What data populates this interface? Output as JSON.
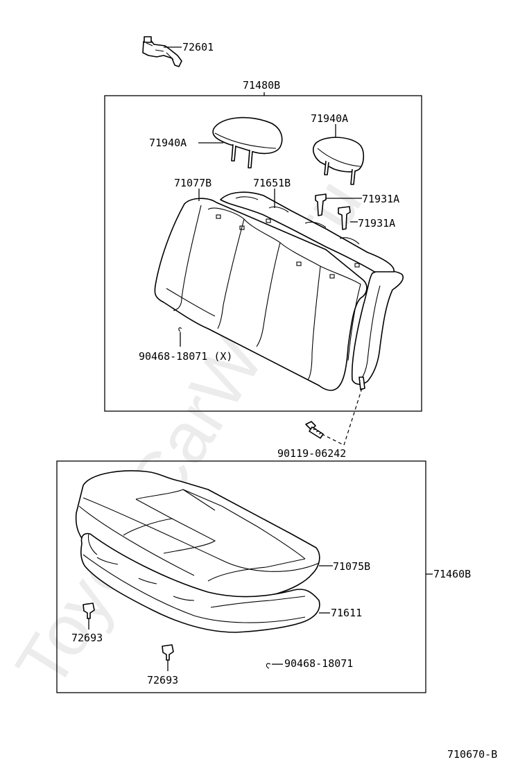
{
  "watermark": "ToyotaCarWare.ru",
  "callouts": {
    "harness": "72601",
    "seatback_assy": "71480B",
    "headrest_left": "71940A",
    "headrest_right": "71940A",
    "back_cover": "71077B",
    "back_pad": "71651B",
    "support_upper": "71931A",
    "support_lower": "71931A",
    "hog_ring_back": "90468-18071 (X)",
    "bolt": "90119-06242",
    "cushion_cover": "71075B",
    "cushion_assy": "71460B",
    "cushion_pad": "71611",
    "clip_upper": "72693",
    "clip_lower": "72693",
    "hog_ring_cushion": "90468-18071"
  },
  "diagram_id": "710670-B"
}
